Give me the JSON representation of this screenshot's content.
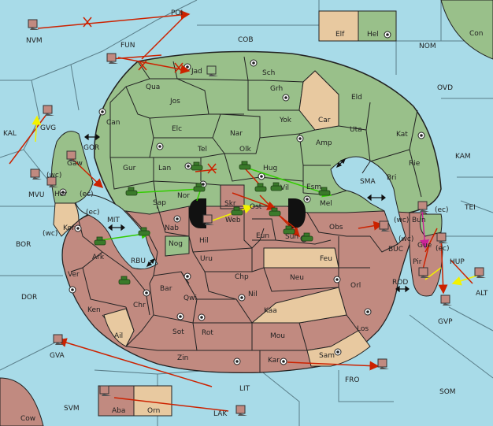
{
  "colors": {
    "sea": "#a8dbe8",
    "north_land": "#99c08a",
    "south_land": "#c18a80",
    "neutral_land": "#e8c9a0",
    "border": "#222222",
    "order_red": "#cc2200",
    "order_green": "#33cc00",
    "order_yellow": "#f2f200",
    "order_magenta": "#cc2299"
  },
  "labels": {
    "Elf": "Elf",
    "Hel": "Hel",
    "Con": "Con",
    "COB": "COB",
    "NOM": "NOM",
    "POI": "POI",
    "NVM": "NVM",
    "FUN": "FUN",
    "Jad": "Jad",
    "Sch": "Sch",
    "Qua": "Qua",
    "Grh": "Grh",
    "OVD": "OVD",
    "Jos": "Jos",
    "Eld": "Eld",
    "KAL": "KAL",
    "GVG": "GVG",
    "Can": "Can",
    "Yok": "Yok",
    "Car": "Car",
    "Uta": "Uta",
    "Elc": "Elc",
    "Nar": "Nar",
    "Kat": "Kat",
    "KAM": "KAM",
    "GOR": "GOR",
    "Tel": "Tel",
    "Olk": "Olk",
    "Amp": "Amp",
    "Gaw": "Gaw",
    "Gur": "Gur",
    "Lan": "Lan",
    "Hug": "Hug",
    "Rie": "Rie",
    "MVU": "MVU",
    "wc1": "(wc)",
    "Bri": "Bri",
    "SMA": "SMA",
    "Esm": "Esm",
    "Her": "Her",
    "ec1": "(ec)",
    "Sap": "Sap",
    "Nor": "Nor",
    "Vil": "Vil",
    "Mel": "Mel",
    "Skr": "Skr",
    "Ost": "Ost",
    "Bun": "Bun",
    "TEI": "TEI",
    "ec2": "(ec)",
    "MIT": "MIT",
    "ec3": "(ec)",
    "Web": "Web",
    "wc2": "(wc)",
    "Kor": "Kor",
    "Nab": "Nab",
    "Obs": "Obs",
    "wc3": "(wc)",
    "Eun": "Eun",
    "Sun": "Sun",
    "wc4": "(wc)",
    "BOR": "BOR",
    "Hil": "Hil",
    "Nog": "Nog",
    "BUC": "BUC",
    "Gue": "Gue",
    "ec4": "(ec)",
    "Ark": "Ark",
    "RBU": "RBU",
    "Uru": "Uru",
    "Feu": "Feu",
    "Pir": "Pir",
    "HUP": "HUP",
    "Ver": "Ver",
    "Chp": "Chp",
    "Neu": "Neu",
    "Orl": "Orl",
    "ROD": "ROD",
    "Bar": "Bar",
    "Qwi": "Qwi",
    "Nil": "Nil",
    "ALT": "ALT",
    "DOR": "DOR",
    "Ken": "Ken",
    "Chr": "Chr",
    "Kaa": "Kaa",
    "GVP": "GVP",
    "Sot": "Sot",
    "Rot": "Rot",
    "Los": "Los",
    "Ail": "Ail",
    "Mou": "Mou",
    "GVA": "GVA",
    "Zin": "Zin",
    "Kar": "Kar",
    "Sam": "Sam",
    "FRO": "FRO",
    "LIT": "LIT",
    "SOM": "SOM",
    "SVM": "SVM",
    "Aba": "Aba",
    "Orn": "Orn",
    "Cow": "Cow",
    "LAK": "LAK"
  }
}
